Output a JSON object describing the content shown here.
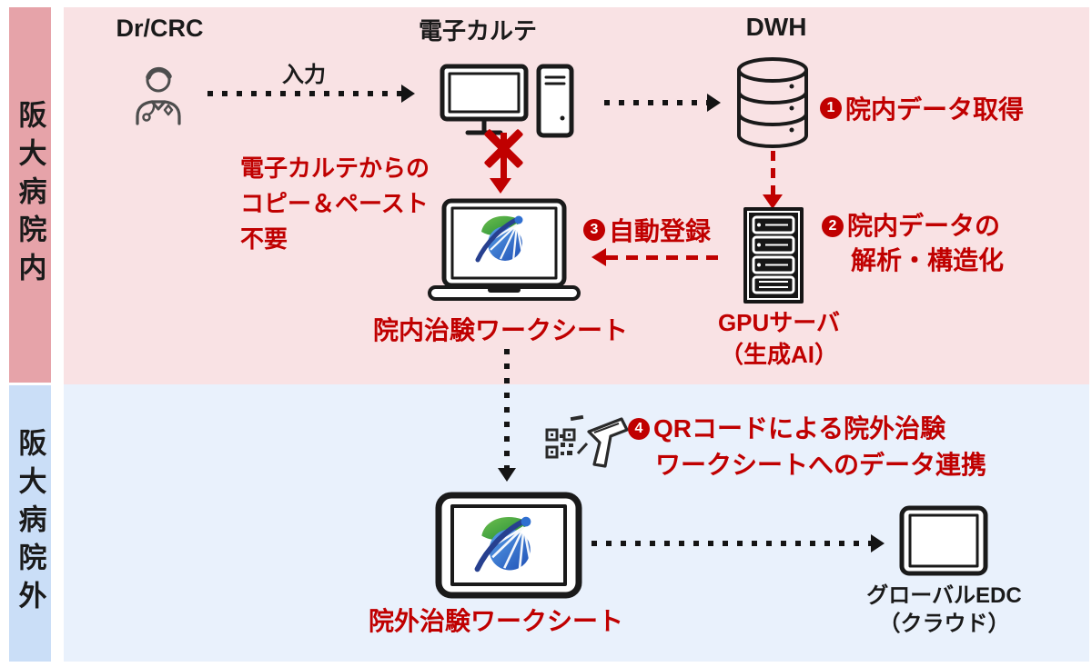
{
  "sidebar": {
    "inside": "阪大病院内",
    "outside": "阪大病院外"
  },
  "labels": {
    "dr_crc": "Dr/CRC",
    "input": "入力",
    "emr": "電子カルテ",
    "dwh": "DWH",
    "inhouse_worksheet": "院内治験ワークシート",
    "gpu_line1": "GPUサーバ",
    "gpu_line2": "（生成AI）",
    "outside_worksheet": "院外治験ワークシート",
    "edc_line1": "グローバルEDC",
    "edc_line2": "（クラウド）"
  },
  "steps": {
    "s1": {
      "num": "1",
      "text": "院内データ取得"
    },
    "s2": {
      "num": "2",
      "line1": "院内データの",
      "line2": "解析・構造化"
    },
    "s3": {
      "num": "3",
      "text": "自動登録"
    },
    "s4": {
      "num": "4",
      "line1": "QRコードによる院外治験",
      "line2": "ワークシートへのデータ連携"
    }
  },
  "note": {
    "line1": "電子カルテからの",
    "line2": "コピー＆ペースト",
    "line3": "不要"
  },
  "icons": {
    "doctor": "doctor-person",
    "emr_computer": "desktop-computer",
    "dwh_db": "database-cylinder",
    "laptop": "laptop-with-app-logo",
    "gpu": "gpu-rack-server",
    "qr_scanner": "qr-code-and-scanner-gun",
    "tablet": "tablet-with-app-logo",
    "edc_monitor": "monitor-screen"
  },
  "colors": {
    "accent_red": "#c00000",
    "inside_band": "#f9e2e4",
    "outside_band": "#e9f1fc",
    "inside_strip": "#e6a3a9",
    "outside_strip": "#cadef7",
    "icon_black": "#1a1a1a"
  }
}
